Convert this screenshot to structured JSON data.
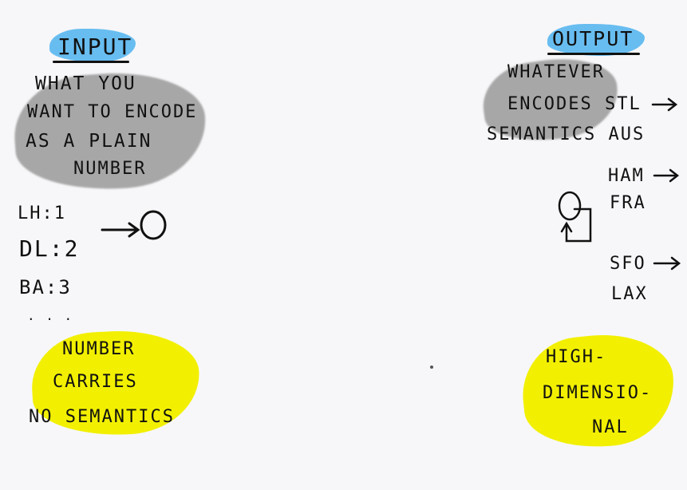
{
  "input": {
    "title": "INPUT",
    "desc_lines": [
      "WHAT YOU",
      "WANT TO ENCODE",
      "AS A PLAIN",
      "NUMBER"
    ],
    "examples": [
      "LH:1",
      "DL:2",
      "BA:3",
      ". . ."
    ],
    "note_lines": [
      "NUMBER",
      "CARRIES",
      "NO SEMANTICS"
    ]
  },
  "output": {
    "title": "OUTPUT",
    "desc_lines": [
      "WHATEVER",
      "ENCODES STL",
      "SEMANTICS AUS"
    ],
    "pairs": [
      {
        "from": "HAM",
        "to": "FRA"
      },
      {
        "from": "SFO",
        "to": "LAX"
      }
    ],
    "note_lines": [
      "HIGH-",
      "DIMENSIO-",
      "NAL"
    ]
  },
  "colors": {
    "blue_highlight": "#4fb3ee",
    "gray_highlight": "#8d8d8d",
    "yellow_highlight": "#f2f000",
    "ink": "#111111"
  }
}
